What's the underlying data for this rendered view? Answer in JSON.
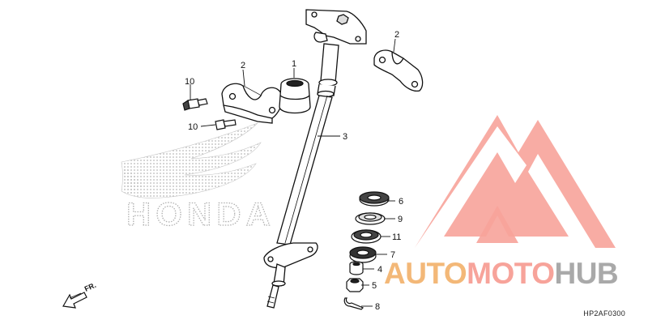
{
  "diagram": {
    "brand_mark_text": "HONDA",
    "direction_label": "FR.",
    "diagram_code": "HP2AF0300",
    "callouts": [
      "1",
      "2",
      "2",
      "3",
      "4",
      "5",
      "6",
      "7",
      "8",
      "9",
      "10",
      "10",
      "11"
    ]
  },
  "watermark": {
    "part1": "AUTO",
    "part2": "MOTO",
    "part3": "HUB",
    "colors": {
      "auto": "#f3b878",
      "moto": "#f7a39a",
      "hub": "#a9a9a9",
      "triangle": "#f7a39a"
    }
  }
}
